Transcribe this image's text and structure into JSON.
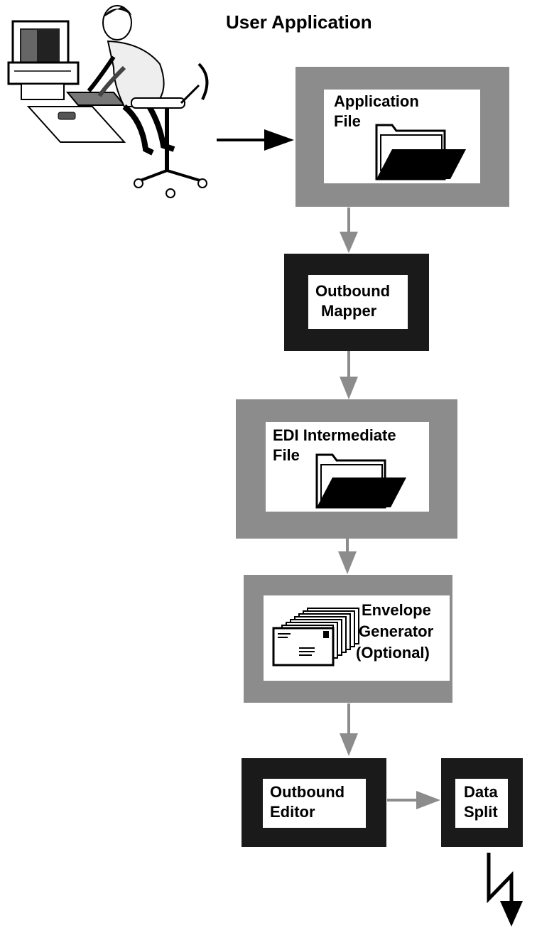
{
  "title": "User Application",
  "colors": {
    "gray_frame": "#8c8c8c",
    "black_frame": "#1a1a1a",
    "arrow_gray": "#8c8c8c",
    "arrow_black": "#000000"
  },
  "nodes": {
    "application_file": {
      "line1": "Application",
      "line2": "File",
      "icon": "folder-icon"
    },
    "outbound_mapper": {
      "line1": "Outbound",
      "line2": "Mapper"
    },
    "edi_intermediate_file": {
      "line1": "EDI Intermediate",
      "line2": "File",
      "icon": "folder-icon"
    },
    "envelope_generator": {
      "line1": "Envelope",
      "line2": "Generator",
      "line3": "(Optional)",
      "icon": "envelopes-icon"
    },
    "outbound_editor": {
      "line1": "Outbound",
      "line2": "Editor"
    },
    "data_split": {
      "line1": "Data",
      "line2": "Split"
    }
  },
  "illustration": {
    "icon": "user-at-computer-icon"
  }
}
